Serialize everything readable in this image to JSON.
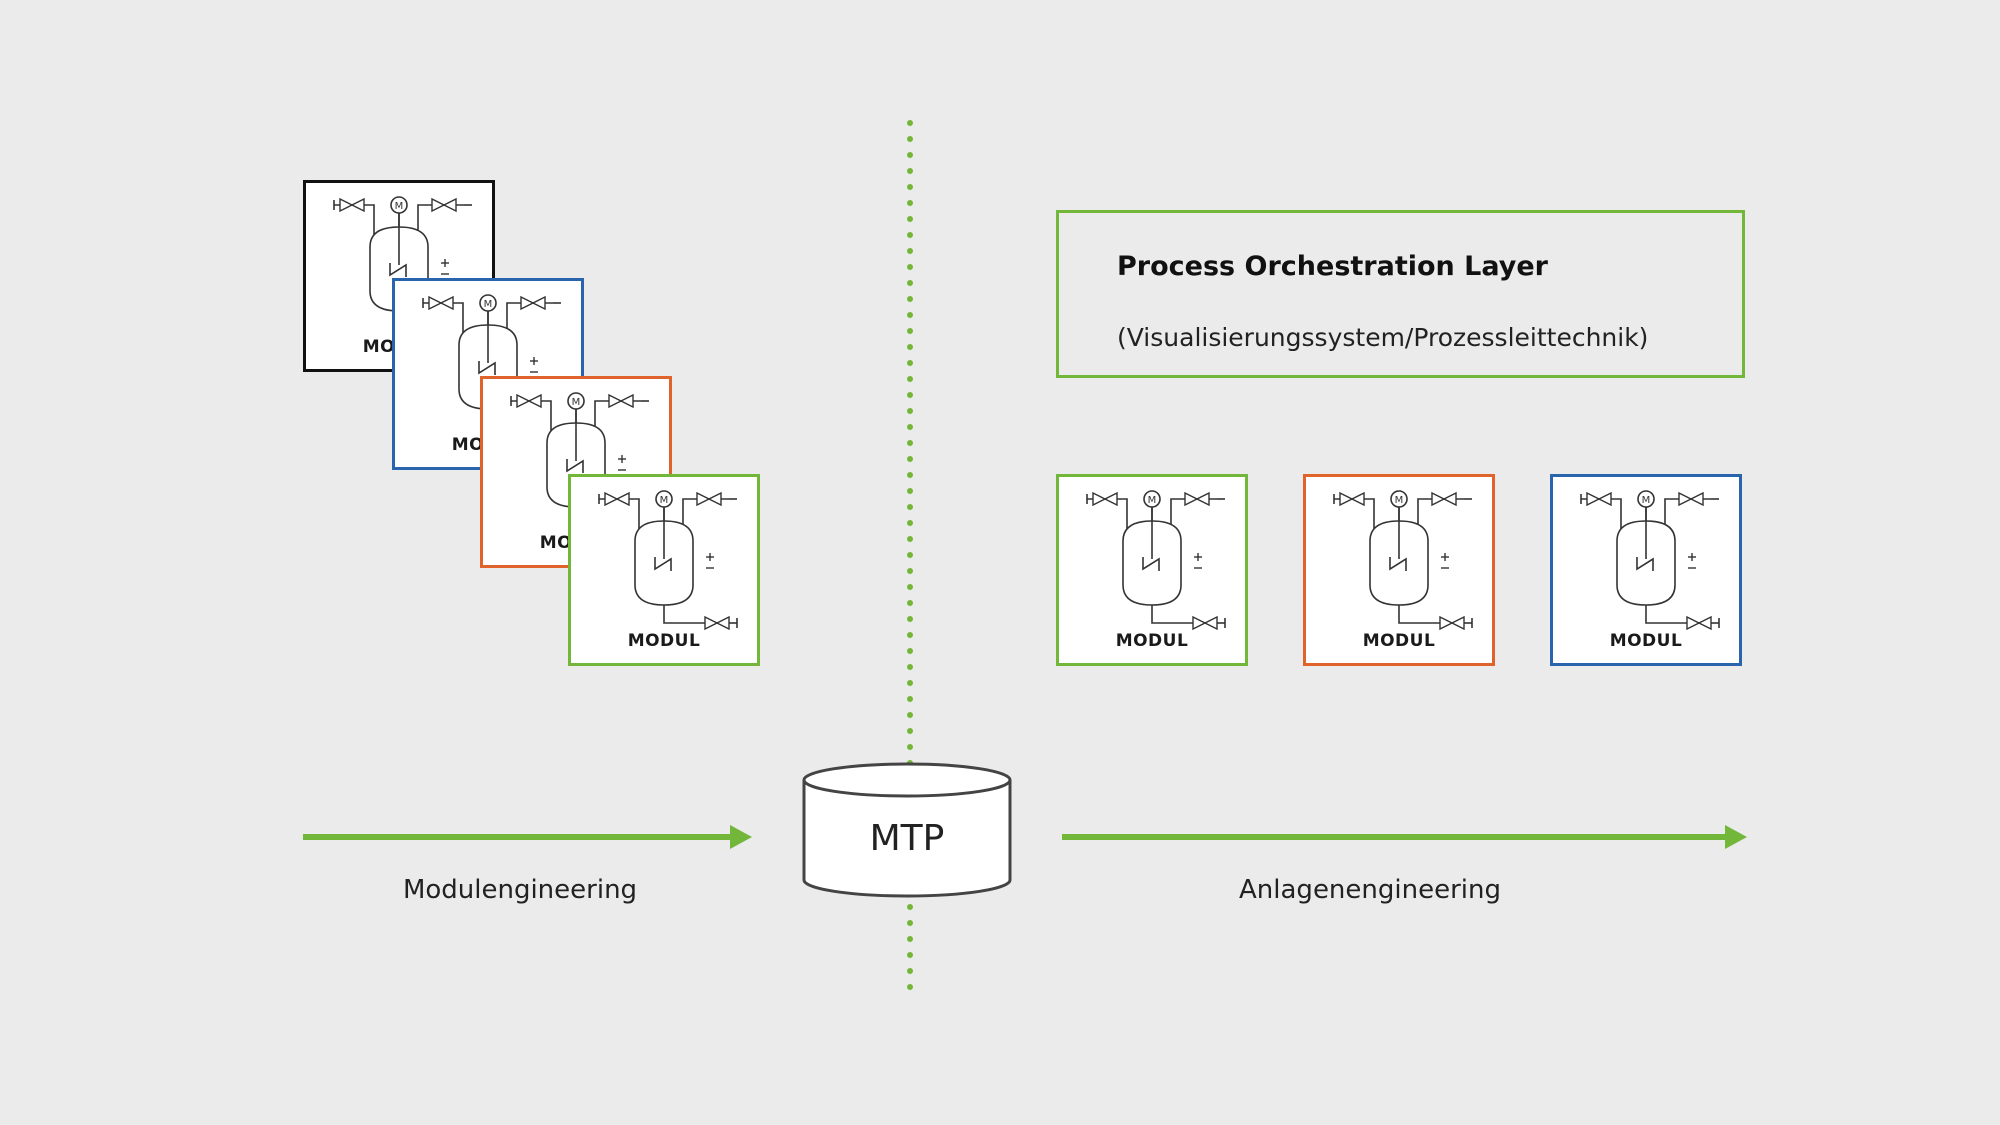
{
  "colors": {
    "background": "#ebebeb",
    "green": "#72b63a",
    "blue": "#2a64ad",
    "orange": "#e0632b",
    "black": "#111111"
  },
  "left_stack": [
    {
      "label": "MODUL",
      "color": "black"
    },
    {
      "label": "MODUL",
      "color": "blue"
    },
    {
      "label": "MODUL",
      "color": "orange"
    },
    {
      "label": "MODUL",
      "color": "green"
    }
  ],
  "right_modules": [
    {
      "label": "MODUL",
      "color": "green"
    },
    {
      "label": "MODUL",
      "color": "orange"
    },
    {
      "label": "MODUL",
      "color": "blue"
    }
  ],
  "pol": {
    "title": "Process Orchestration Layer",
    "subtitle": "(Visualisierungssystem/Prozessleittechnik)"
  },
  "mtp": {
    "label": "MTP"
  },
  "flows": {
    "left_label": "Modulengineering",
    "right_label": "Anlagenengineering"
  },
  "icons": [
    "valve-icon",
    "motor-icon",
    "tank-icon",
    "heat-exchanger-icon"
  ]
}
